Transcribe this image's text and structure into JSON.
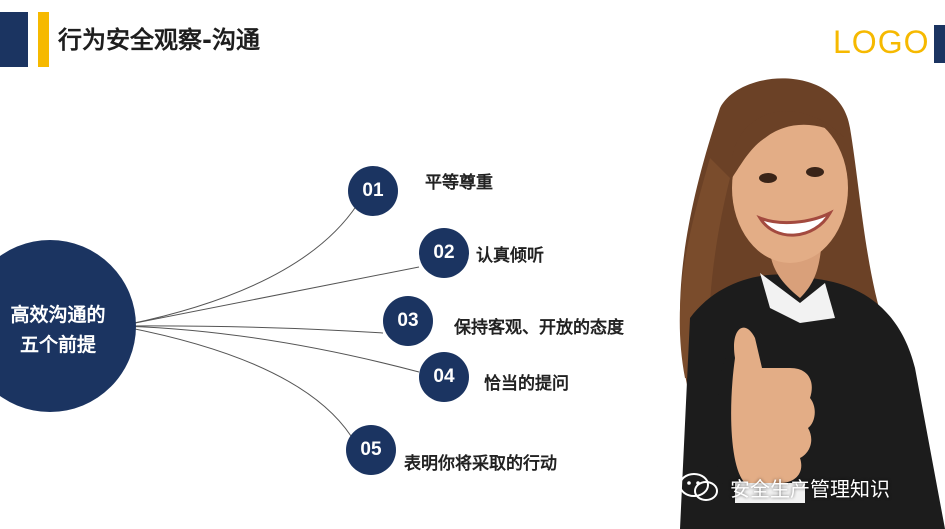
{
  "header": {
    "title": "行为安全观察-沟通",
    "logo": "LOGO"
  },
  "hub": {
    "line1": "高效沟通的",
    "line2": "五个前提"
  },
  "items": [
    {
      "num": "01",
      "label": "平等尊重"
    },
    {
      "num": "02",
      "label": "认真倾听"
    },
    {
      "num": "03",
      "label": "保持客观、开放的态度"
    },
    {
      "num": "04",
      "label": "恰当的提问"
    },
    {
      "num": "05",
      "label": "表明你将采取的行动"
    }
  ],
  "watermark": {
    "text": "安全生产管理知识",
    "icon": "wechat-icon"
  },
  "colors": {
    "navy": "#1b3461",
    "yellow": "#f6b900"
  }
}
